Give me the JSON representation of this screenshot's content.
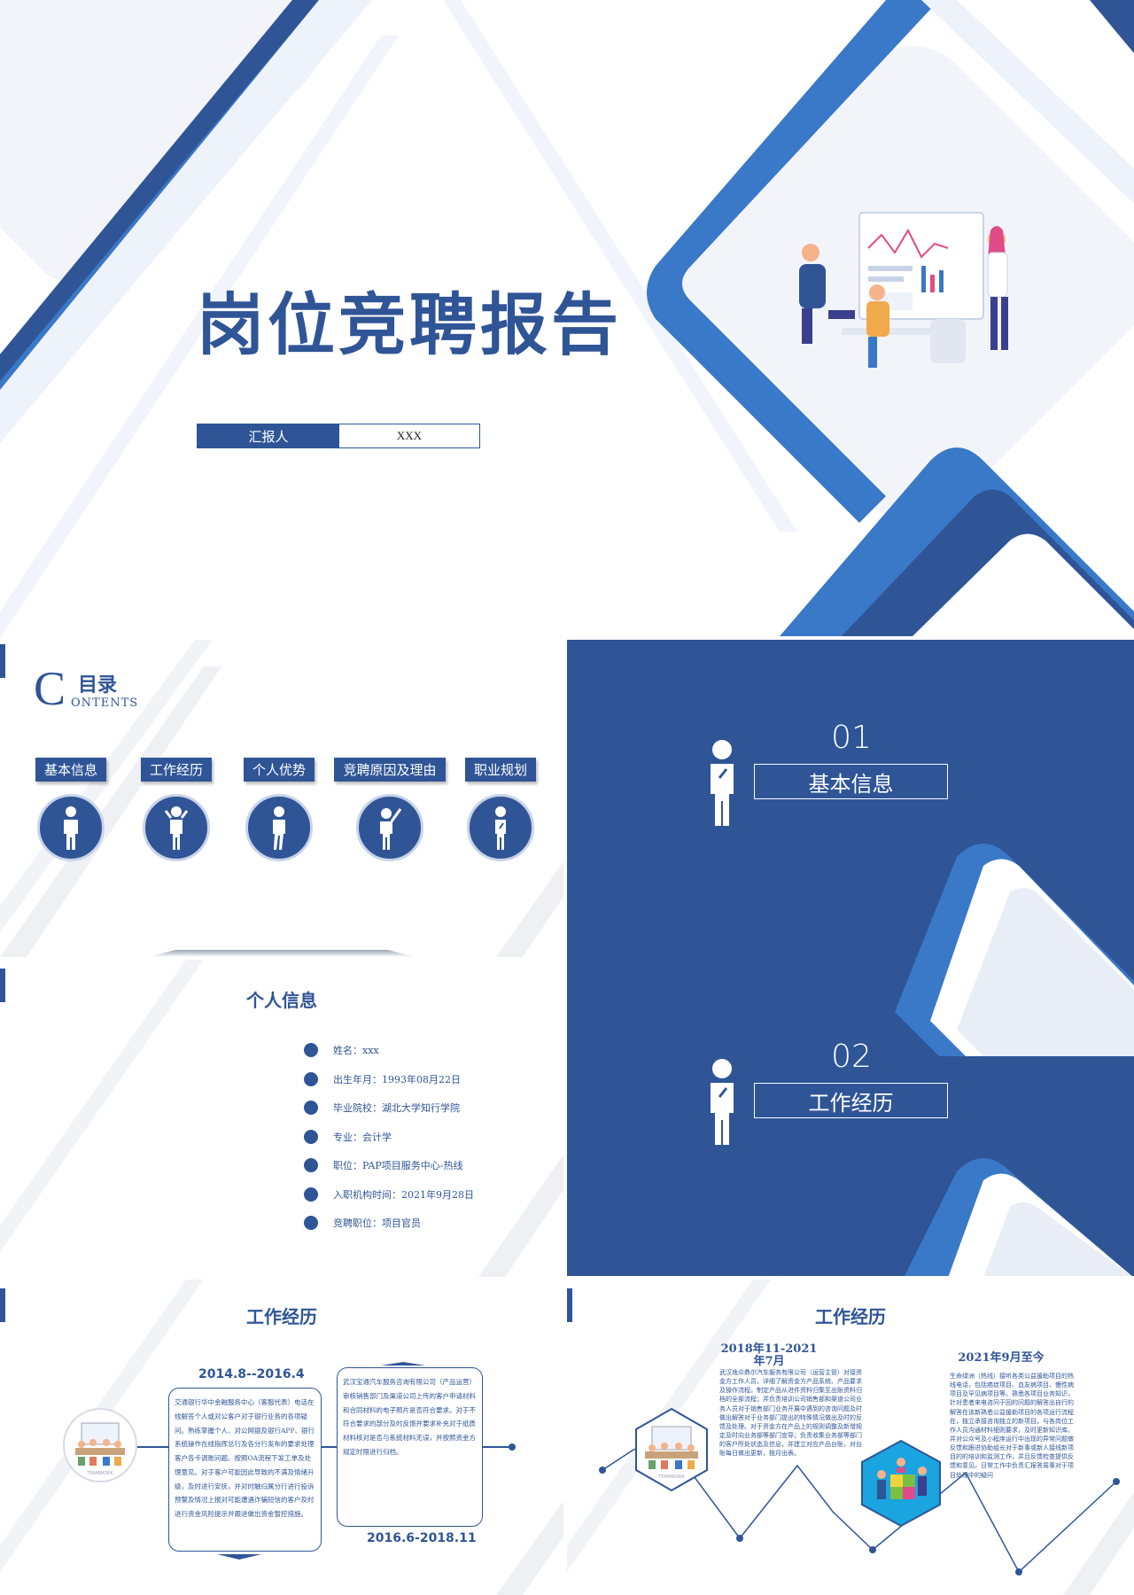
{
  "cover": {
    "title": "岗位竞聘报告",
    "reporter_label": "汇报人",
    "reporter_value": "XXX"
  },
  "toc": {
    "letter": "C",
    "title": "目录",
    "subtitle": "ONTENTS",
    "items": [
      {
        "label": "基本信息",
        "icon": "person-standing-icon"
      },
      {
        "label": "工作经历",
        "icon": "person-thinking-icon"
      },
      {
        "label": "个人优势",
        "icon": "person-walking-icon"
      },
      {
        "label": "竞聘原因及理由",
        "icon": "person-raising-hand-icon"
      },
      {
        "label": "职业规划",
        "icon": "person-pondering-icon"
      }
    ]
  },
  "sections": [
    {
      "number": "01",
      "title": "基本信息",
      "icon": "person-pondering-icon"
    },
    {
      "number": "02",
      "title": "工作经历",
      "icon": "person-pondering-icon"
    }
  ],
  "personal_info": {
    "title": "个人信息",
    "rows": [
      "姓名：xxx",
      "出生年月：1993年08月22日",
      "毕业院校：湖北大学知行学院",
      "专业：会计学",
      "职位：PAP项目服务中心-热线",
      "入职机构时间：2021年9月28日",
      "竞聘职位：项目官员"
    ]
  },
  "work1": {
    "title": "工作经历",
    "period1": "2014.8--2016.4",
    "period2": "2016.6-2018.11",
    "card1": "交通银行华中金融服务中心（客服代表）电话在线解答个人或对公客户对于银行业务的各项疑问。熟练掌握个人、对公网银及银行APP、银行系统操作在线指挥总行及各分行发布的要求处理客户各卡调账问题。按照OA流程下发工单及处理意见。对于客户可能因此导致的不满及情绪升级，及时进行安抚，并对时触归属分行进行投诉预警及情况上报对可能遭遇诈骗短信的客户及时进行资金风险提示并跟进做出资金暂控措施。",
    "card2": "武汉宝通汽车服务咨询有限公司（产品运营）审核销售部门及渠道公司上传的客户申请材料和合同材料的电子照片是否符合要求。对于不符合要求的部分及时反馈并要求补充对于纸质材料核对是否与系统材料无误，并按照资金方规定时限进行归档。",
    "image_label": "TEAMWORK"
  },
  "work2": {
    "title": "工作经历",
    "period1": "2018年11-2021年7月",
    "period2": "2021年9月至今",
    "text1": "武汉逸众鼎尔汽车服务有限公司（运营主管）对接资金方工作人员，详细了解资金方产品系统、产品要求及操作流程。制定产品从进件资料归集至出账资料归档的全部流程；并负责培训公司销售部和渠道公司业务人员对于销售部门业务开展中遇到的咨询问题及时做出解答对于业务部门提出的特殊情况做出及时的反馈及处理。对于资金方在产品上的规则调整及新增规定及时向业务部等部门宣导；负责收集业务部等部门的客户所处状态及信息，并建立对应产品台账，对台账每日做出更新，按月出表。",
    "text2": "生命绿洲（热线）接听各类公益援助项目的热线电话，包括癌症项目、血友病项目、慢性病项目及罕见病项目等。熟悉各项目业务知识，针对患者来电咨问于回的问题的解答出自行的解答在该新熟悉公益援助项目的各项运行流程在，独立承接咨询独立的新项目。与各岗位工作人员沟通材料细则要求，及时更新知识库。并对公众号及小程序运行中出现的异常问题做反馈和跟进协助组长对于新事或新人接线新项目的的培训和监测工作，并且反馈检查提供反馈和意见。日常工作中负责汇报答周事对于项目处理中的疑问",
    "image_label": "TEAMWORK"
  },
  "colors": {
    "primary": "#2f5597",
    "light": "#f2f4f9",
    "accent": "#3a7bd5"
  }
}
